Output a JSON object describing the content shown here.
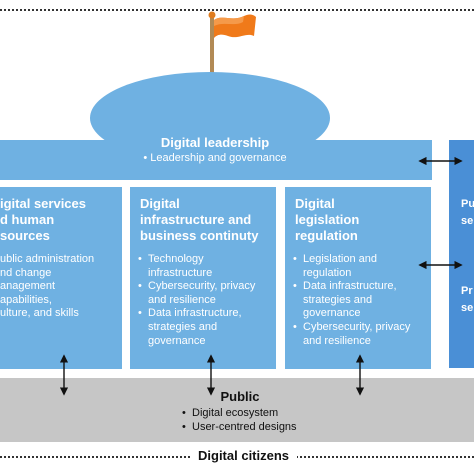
{
  "leadership": {
    "title": "Digital leadership",
    "bullets": [
      "Leadership and governance"
    ]
  },
  "columns": [
    {
      "title": "igital services\nd human\nsources",
      "bullets": [
        "ublic administration",
        "nd change",
        "anagement",
        "apabilities,",
        "ulture, and skills"
      ]
    },
    {
      "title": "Digital\ninfrastructure and\nbusiness continuty",
      "bullets": [
        "Technology infrastructure",
        "Cybersecurity, privacy and resilience",
        "Data infrastructure, strategies and governance"
      ]
    },
    {
      "title": "Digital\nlegislation\nregulation",
      "bullets": [
        "Legislation and regulation",
        "Data infrastructure, strategies and governance",
        "Cybersecurity, privacy and resilience"
      ]
    }
  ],
  "right_panel": {
    "top_text": "Pu\nse",
    "bottom_text": "Pr\nse"
  },
  "public": {
    "title": "Public",
    "bullets": [
      "Digital ecosystem",
      "User-centred designs"
    ]
  },
  "footer": {
    "title": "Digital citizens"
  },
  "colors": {
    "panel_blue": "#6fb1e2",
    "right_blue": "#4a8fd6",
    "public_gray": "#c6c6c6",
    "flag_orange": "#f07a1a"
  }
}
